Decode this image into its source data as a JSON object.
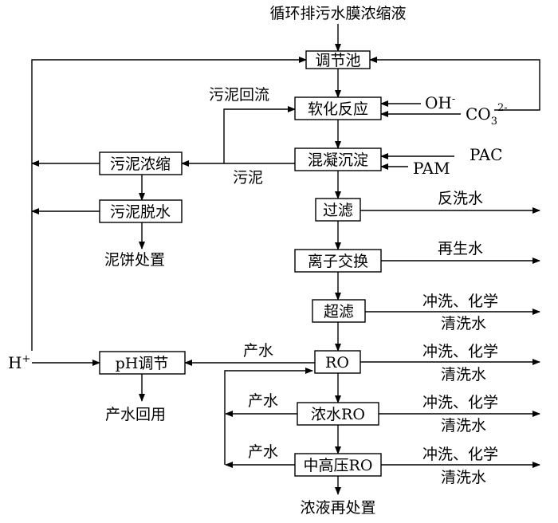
{
  "diagram": {
    "input_label": "循环排污水膜浓缩液",
    "nodes": {
      "tiaojie": "调节池",
      "ruanhua": "软化反应",
      "hunning": "混凝沉淀",
      "guolv": "过滤",
      "lizi": "离子交换",
      "chaolv": "超滤",
      "ro": "RO",
      "nongshui_ro": "浓水RO",
      "zhonggao_ro": "中高压RO",
      "wuni_nongsuo": "污泥浓缩",
      "wuni_tuoshui": "污泥脱水",
      "ph": "pH调节"
    },
    "labels": {
      "oh_base": "OH",
      "oh_sup": "-",
      "co3_base": "CO",
      "co3_sub": "3",
      "co3_sup": "2-",
      "pac": "PAC",
      "pam": "PAM",
      "wuni_huiliu": "污泥回流",
      "wuni": "污泥",
      "fanxishui": "反洗水",
      "zaishengshui": "再生水",
      "clean_line1": "冲洗、化学",
      "clean_line2": "清洗水",
      "chanshui": "产水",
      "h_base": "H",
      "h_sup": "+",
      "nibing": "泥饼处置",
      "chanshui_huiyong": "产水回用",
      "nongye": "浓液再处置"
    }
  }
}
